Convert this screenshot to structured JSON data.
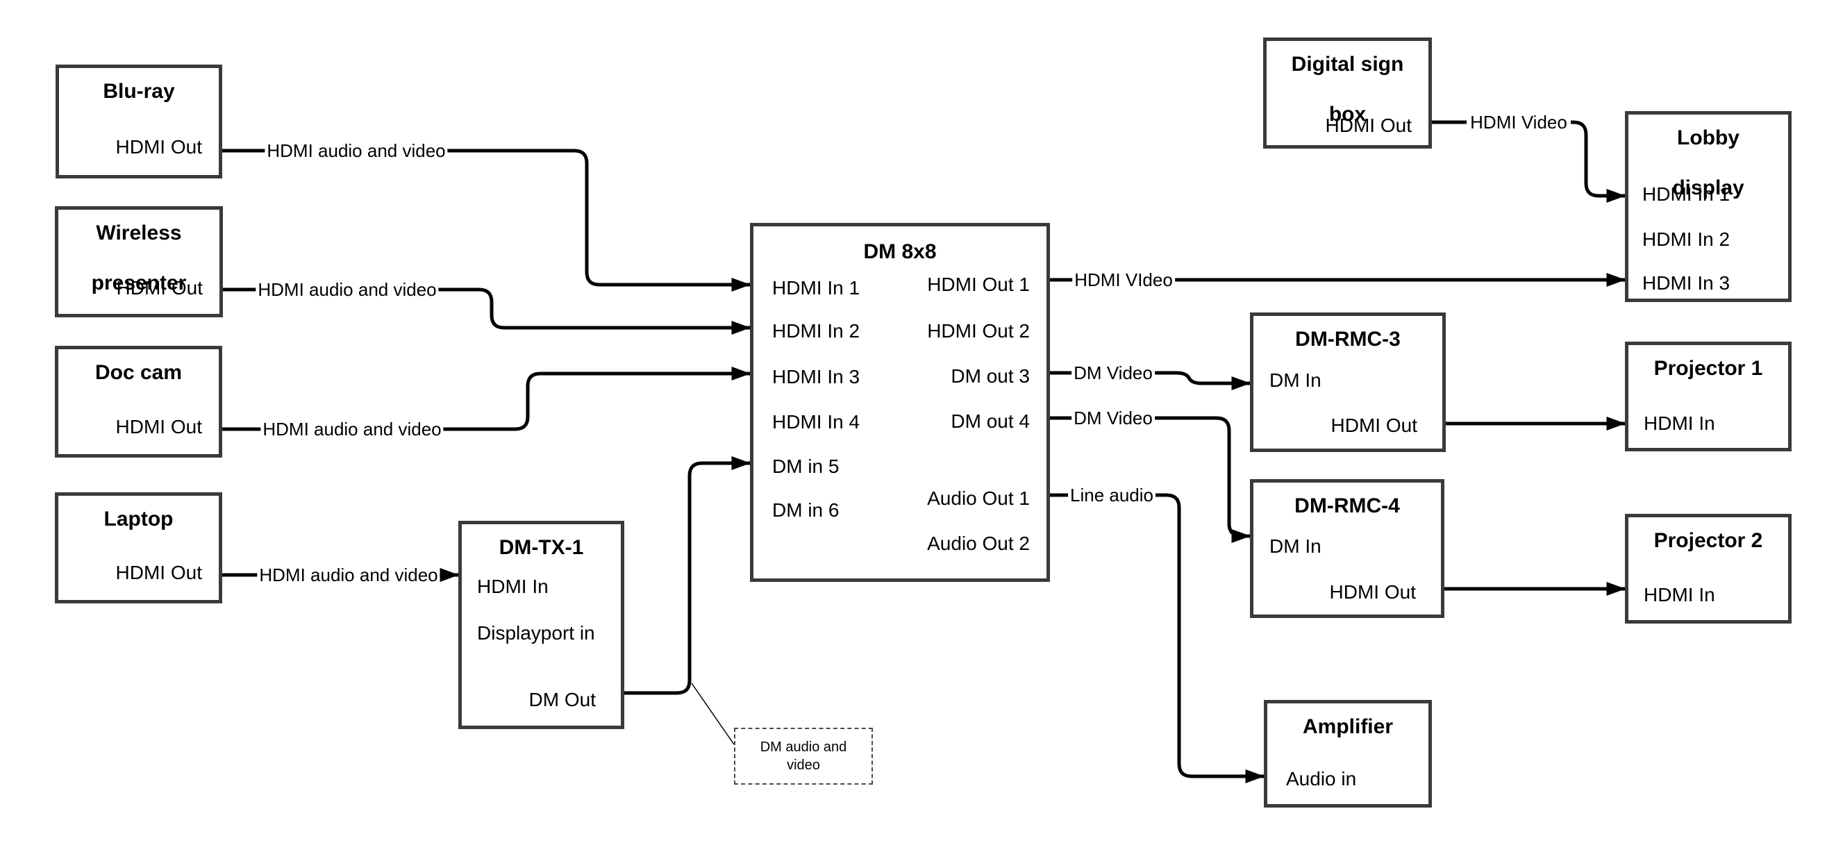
{
  "nodes": {
    "bluray": {
      "title": "Blu-ray",
      "ports": {
        "hdmi_out": "HDMI Out"
      }
    },
    "wireless": {
      "title_lines": [
        "Wireless",
        "presenter"
      ],
      "ports": {
        "hdmi_out": "HDMI Out"
      }
    },
    "doccam": {
      "title": "Doc cam",
      "ports": {
        "hdmi_out": "HDMI Out"
      }
    },
    "laptop": {
      "title": "Laptop",
      "ports": {
        "hdmi_out": "HDMI Out"
      }
    },
    "dmtx1": {
      "title": "DM-TX-1",
      "ports": {
        "hdmi_in": "HDMI In",
        "displayport_in": "Displayport in",
        "dm_out": "DM Out"
      }
    },
    "dm8x8": {
      "title": "DM 8x8",
      "inputs": [
        "HDMI In 1",
        "HDMI In 2",
        "HDMI In 3",
        "HDMI In 4",
        "DM in 5",
        "DM in 6"
      ],
      "outputs": [
        "HDMI Out 1",
        "HDMI Out 2",
        "DM out 3",
        "DM out 4",
        "Audio Out 1",
        "Audio Out 2"
      ]
    },
    "digitalsign": {
      "title_lines": [
        "Digital sign",
        "box"
      ],
      "ports": {
        "hdmi_out": "HDMI Out"
      }
    },
    "lobby": {
      "title_lines": [
        "Lobby",
        "display"
      ],
      "ports": [
        "HDMI In 1",
        "HDMI In 2",
        "HDMI In 3"
      ]
    },
    "dmrmc3": {
      "title": "DM-RMC-3",
      "ports": {
        "dm_in": "DM In",
        "hdmi_out": "HDMI Out"
      }
    },
    "dmrmc4": {
      "title": "DM-RMC-4",
      "ports": {
        "dm_in": "DM In",
        "hdmi_out": "HDMI Out"
      }
    },
    "proj1": {
      "title": "Projector 1",
      "ports": {
        "hdmi_in": "HDMI In"
      }
    },
    "proj2": {
      "title": "Projector 2",
      "ports": {
        "hdmi_in": "HDMI In"
      }
    },
    "amplifier": {
      "title": "Amplifier",
      "ports": {
        "audio_in": "Audio in"
      }
    }
  },
  "connections": {
    "bluray_to_dm8x8": {
      "label": "HDMI audio and video"
    },
    "wireless_to_dm8x8": {
      "label": "HDMI audio and video"
    },
    "doccam_to_dm8x8": {
      "label": "HDMI audio and video"
    },
    "laptop_to_dmtx1": {
      "label": "HDMI audio and video"
    },
    "dm8x8_to_lobby": {
      "label": "HDMI VIdeo"
    },
    "digitalsign_to_lobby": {
      "label": "HDMI Video"
    },
    "dmout3_to_rmc3": {
      "label": "DM Video"
    },
    "dmout4_to_rmc4": {
      "label": "DM Video"
    },
    "audioout1_to_amplifier": {
      "label": "Line audio"
    }
  },
  "annotations": {
    "dm_note": {
      "text": "DM audio and video"
    }
  }
}
